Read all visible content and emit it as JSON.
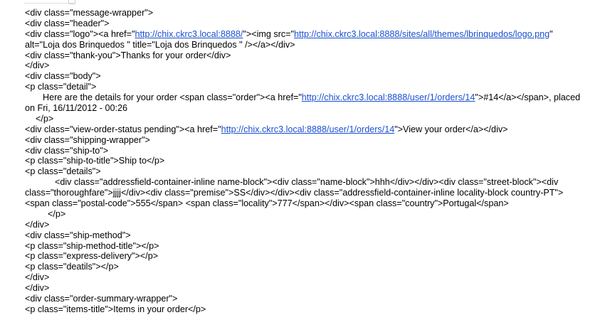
{
  "colors": {
    "link": "#1a4fd0",
    "text": "#000000"
  },
  "lines": [
    [
      {
        "t": "<div class=\"message-wrapper\">"
      }
    ],
    [
      {
        "t": "<div class=\"header\">"
      }
    ],
    [
      {
        "t": "<div class=\"logo\"><a href=\""
      },
      {
        "t": "http://chix.ckrc3.local:8888/",
        "link": true
      },
      {
        "t": "\"><img src=\""
      },
      {
        "t": "http://chix.ckrc3.local:8888/sites/all/themes/lbrinquedos/logo.png",
        "link": true
      },
      {
        "t": "\""
      }
    ],
    [
      {
        "t": "alt=\"Loja dos Brinquedos \" title=\"Loja dos Brinquedos \" /></a></div>"
      }
    ],
    [
      {
        "t": "<div class=\"thank-you\">Thanks for your order</div>"
      }
    ],
    [
      {
        "t": "</div>"
      }
    ],
    [
      {
        "t": "<div class=\"body\">"
      }
    ],
    [
      {
        "t": "<p class=\"detail\">"
      }
    ],
    [
      {
        "t": "Here are the details for your order <span class=\"order\"><a href=\""
      },
      {
        "t": "http://chix.ckrc3.local:8888/user/1/orders/14",
        "link": true
      },
      {
        "t": "\">#14</a></span>, placed"
      }
    ],
    [
      {
        "t": "on Fri, 16/11/2012 - 00:26"
      }
    ],
    [
      {
        "t": "</p>"
      }
    ],
    [
      {
        "t": "<div class=\"view-order-status pending\"><a href=\""
      },
      {
        "t": "http://chix.ckrc3.local:8888/user/1/orders/14",
        "link": true
      },
      {
        "t": "\">View your order</a></div>"
      }
    ],
    [
      {
        "t": "<div class=\"shipping-wrapper\">"
      }
    ],
    [
      {
        "t": "<div class=\"ship-to\">"
      }
    ],
    [
      {
        "t": "<p class=\"ship-to-title\">Ship to</p>"
      }
    ],
    [
      {
        "t": "<p class=\"details\">"
      }
    ],
    [
      {
        "t": "<div class=\"addressfield-container-inline name-block\"><div class=\"name-block\">hhh</div></div><div class=\"street-block\"><div"
      }
    ],
    [
      {
        "t": "class=\"thoroughfare\">jjjj</div><div class=\"premise\">SS</div></div><div class=\"addressfield-container-inline locality-block country-PT\">"
      }
    ],
    [
      {
        "t": "<span class=\"postal-code\">555</span>  <span class=\"locality\">777</span></div><span class=\"country\">Portugal</span>"
      }
    ],
    [
      {
        "t": "</p>"
      }
    ],
    [
      {
        "t": "</div>"
      }
    ],
    [
      {
        "t": "<div class=\"ship-method\">"
      }
    ],
    [
      {
        "t": "<p class=\"ship-method-title\"></p>"
      }
    ],
    [
      {
        "t": "<p class=\"express-delivery\"></p>"
      }
    ],
    [
      {
        "t": "<p class=\"deatils\"></p>"
      }
    ],
    [
      {
        "t": "</div>"
      }
    ],
    [
      {
        "t": "</div>"
      }
    ],
    [
      {
        "t": "<div class=\"order-summary-wrapper\">"
      }
    ],
    [
      {
        "t": "<p class=\"items-title\">Items in your order</p>"
      }
    ]
  ]
}
